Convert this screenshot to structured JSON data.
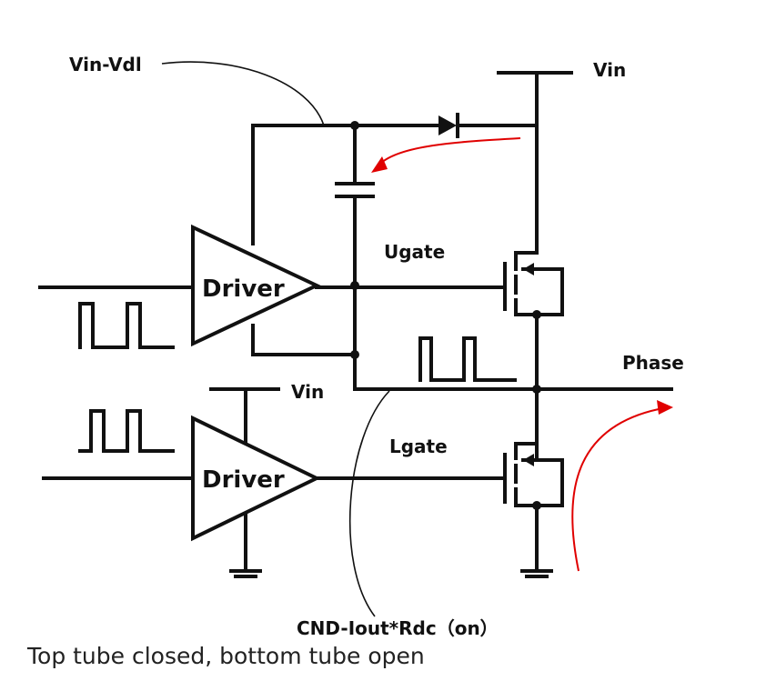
{
  "labels": {
    "vin_vdl": "Vin-Vdl",
    "vin_top": "Vin",
    "ugate": "Ugate",
    "phase": "Phase",
    "vin_bottom": "Vin",
    "lgate": "Lgate",
    "gnd_note": "CND-Iout*Rdc（on）",
    "driver_top": "Driver",
    "driver_bottom": "Driver"
  },
  "caption": "Top tube closed, bottom tube open",
  "colors": {
    "wire": "#111111",
    "current_arrow": "#e00000"
  }
}
